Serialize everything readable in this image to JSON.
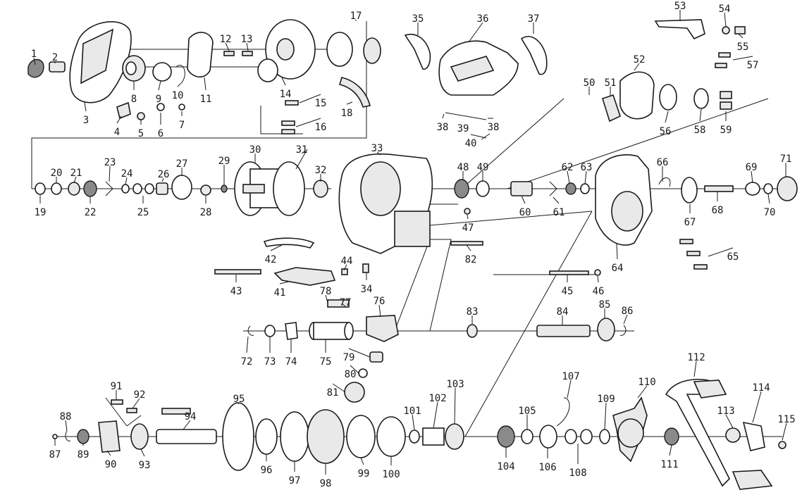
{
  "diagram": {
    "part_numbers": [
      "1",
      "2",
      "3",
      "4",
      "5",
      "6",
      "7",
      "8",
      "9",
      "10",
      "11",
      "12",
      "13",
      "14",
      "15",
      "16",
      "17",
      "18",
      "19",
      "20",
      "21",
      "22",
      "23",
      "24",
      "25",
      "26",
      "27",
      "28",
      "29",
      "30",
      "31",
      "32",
      "33",
      "34",
      "35",
      "36",
      "37",
      "38",
      "38",
      "39",
      "40",
      "41",
      "42",
      "43",
      "44",
      "45",
      "46",
      "47",
      "48",
      "49",
      "50",
      "51",
      "52",
      "53",
      "54",
      "55",
      "56",
      "57",
      "58",
      "59",
      "60",
      "61",
      "62",
      "63",
      "64",
      "65",
      "66",
      "67",
      "68",
      "69",
      "70",
      "71",
      "72",
      "73",
      "74",
      "75",
      "76",
      "77",
      "78",
      "79",
      "80",
      "81",
      "82",
      "83",
      "84",
      "85",
      "86",
      "87",
      "88",
      "89",
      "90",
      "91",
      "92",
      "93",
      "94",
      "95",
      "96",
      "97",
      "98",
      "99",
      "100",
      "101",
      "102",
      "103",
      "104",
      "105",
      "106",
      "107",
      "108",
      "109",
      "110",
      "111",
      "112",
      "113",
      "114",
      "115"
    ]
  }
}
